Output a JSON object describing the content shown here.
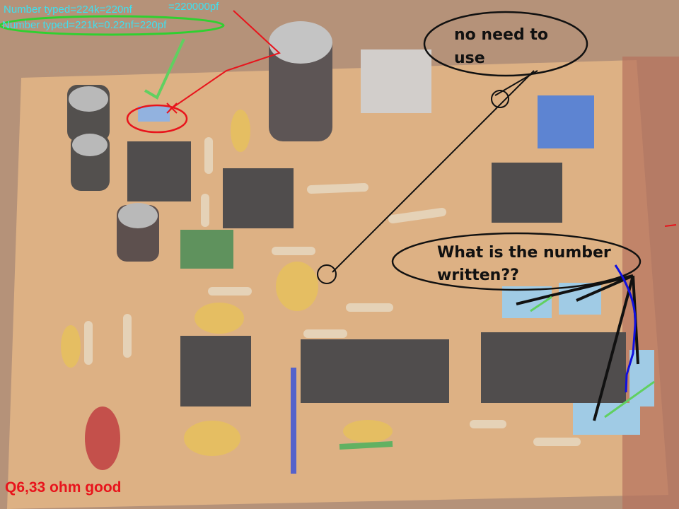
{
  "annotations": {
    "line1": "Number typed=224k=220nf",
    "line1_suffix": "=220000pf",
    "line2": "Number typed=221k=0.22nf=220pf",
    "no_need": "no need to use",
    "question": "What is the number written??",
    "footer": "Q6,33 ohm good"
  },
  "colors": {
    "board": "#d49a64",
    "cyan_text": "#3ee0f0",
    "green_ellipse": "#30d030",
    "red_mark": "#e8141c",
    "blue_mark": "#1010e0"
  }
}
